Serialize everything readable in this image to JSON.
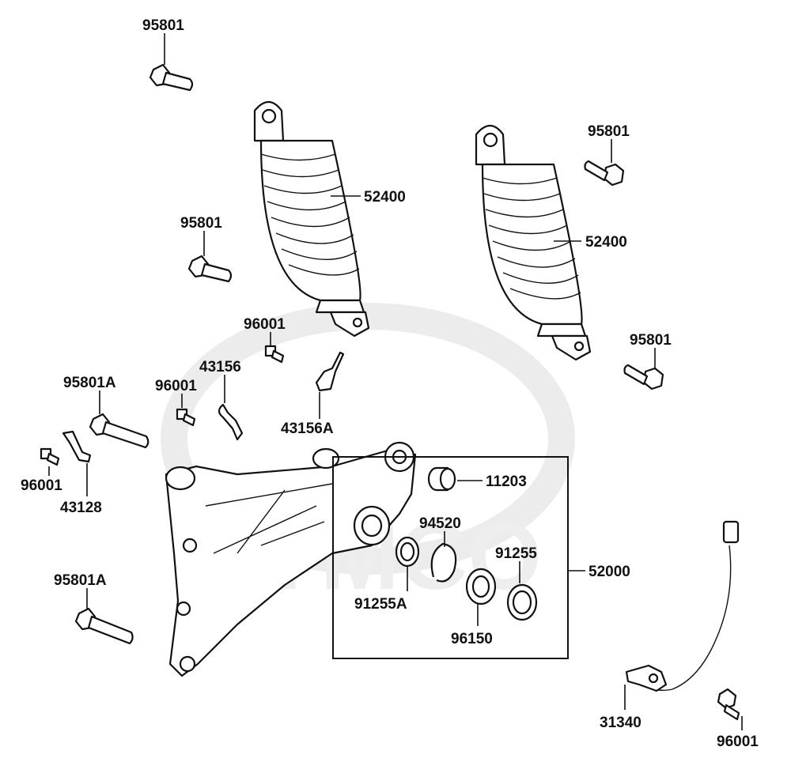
{
  "labels": {
    "bolt_top_left": "95801",
    "shock_left": "52400",
    "bolt_mid_left": "95801",
    "bolt_top_right": "95801",
    "shock_right": "52400",
    "bolt_mid_right": "95801",
    "screw_a": "96001",
    "clamp_a": "43156",
    "screw_b": "96001",
    "clamp_b": "43156A",
    "bolt_long_top": "95801A",
    "screw_c": "96001",
    "clamp_c": "43128",
    "bushing": "11203",
    "circlip": "94520",
    "seal": "91255",
    "assembly": "52000",
    "seal_a": "91255A",
    "bearing": "96150",
    "bolt_long_bottom": "95801A",
    "sensor": "31340",
    "screw_d": "96001"
  },
  "watermark": "KYMCO"
}
